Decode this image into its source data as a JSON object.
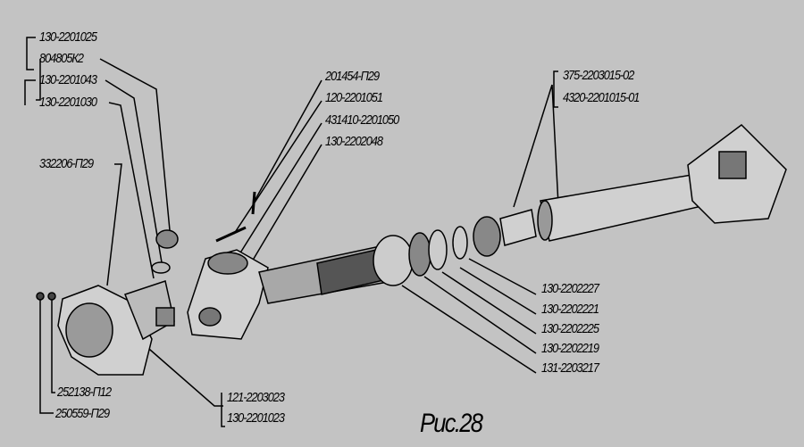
{
  "labels": {
    "l1": "130-2201025",
    "l2": "804805К2",
    "l3": "130-2201043",
    "l4": "130-2201030",
    "l5": "332206-П29",
    "l6": "201454-П29",
    "l7": "120-2201051",
    "l8": "431410-2201050",
    "l9": "130-2202048",
    "l10": "375-2203015-02",
    "l11": "4320-2201015-01",
    "l12": "130-2202227",
    "l13": "130-2202221",
    "l14": "130-2202225",
    "l15": "130-2202219",
    "l16": "131-2203217",
    "l17": "252138-П12",
    "l18": "250559-П29",
    "l19": "121-2203023",
    "l20": "130-2201023"
  },
  "caption": "Рис.28"
}
